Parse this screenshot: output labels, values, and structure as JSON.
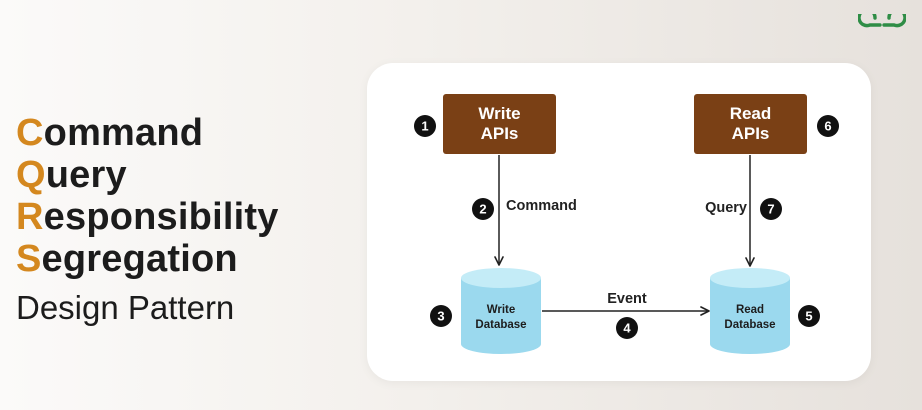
{
  "title": {
    "lines": [
      {
        "first": "C",
        "rest": "ommand"
      },
      {
        "first": "Q",
        "rest": "uery"
      },
      {
        "first": "R",
        "rest": "esponsibility"
      },
      {
        "first": "S",
        "rest": "egregation"
      }
    ],
    "subtitle": "Design Pattern"
  },
  "diagram": {
    "write_api": {
      "line1": "Write",
      "line2": "APIs",
      "step": "1"
    },
    "read_api": {
      "line1": "Read",
      "line2": "APIs",
      "step": "6"
    },
    "command": {
      "label": "Command",
      "step": "2"
    },
    "query": {
      "label": "Query",
      "step": "7"
    },
    "write_db": {
      "line1": "Write",
      "line2": "Database",
      "step": "3"
    },
    "read_db": {
      "line1": "Read",
      "line2": "Database",
      "step": "5"
    },
    "event": {
      "label": "Event",
      "step": "4"
    }
  },
  "colors": {
    "api_box": "#7a4015",
    "db_fill": "#9bd9ee",
    "db_top": "#c4ecf7",
    "accent_letters": "#d4881f",
    "logo": "#2f8d46"
  },
  "logo_icon": "geeksforgeeks-logo-icon"
}
